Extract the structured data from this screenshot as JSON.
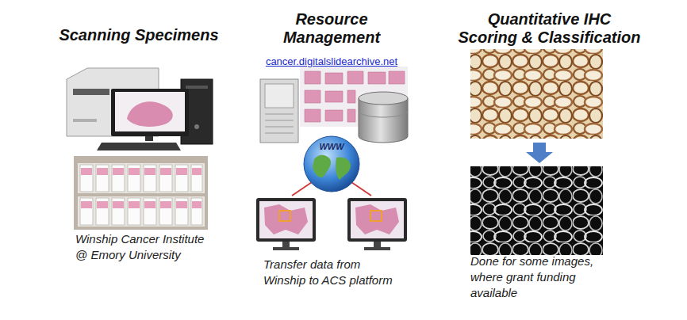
{
  "diagram": {
    "nodes": [
      {
        "text": [
          "WWW"
        ]
      }
    ],
    "labels": [
      "Scanning Specimens",
      "Resource Management",
      "Quantitative IHC Scoring & Classification",
      "cancer.digitalslidearchive.net",
      "Winship Cancer Institute @ Emory University",
      "Transfer data from Winship to ACS platform",
      "Done for some images, where grant funding available"
    ]
  }
}
